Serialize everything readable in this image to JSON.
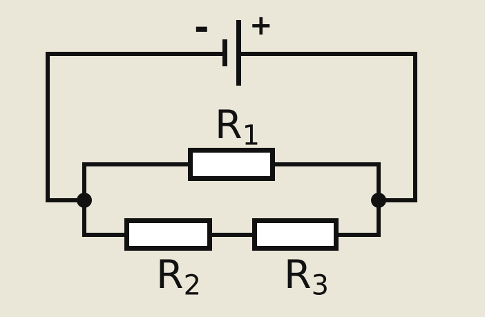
{
  "colors": {
    "bg": "#eae7d8",
    "wire": "#111111",
    "fill": "#ffffff"
  },
  "battery": {
    "negative_label": "-",
    "positive_label": "+"
  },
  "resistors": [
    {
      "id": "R1",
      "symbol": "R",
      "subscript": "1"
    },
    {
      "id": "R2",
      "symbol": "R",
      "subscript": "2"
    },
    {
      "id": "R3",
      "symbol": "R",
      "subscript": "3"
    }
  ]
}
